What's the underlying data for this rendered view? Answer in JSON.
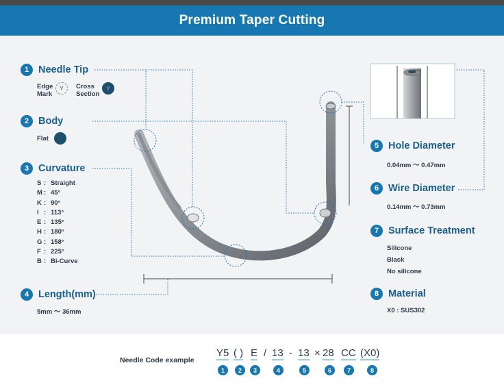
{
  "header": {
    "title": "Premium Taper Cutting"
  },
  "sections": {
    "needle_tip": {
      "num": "1",
      "title": "Needle Tip",
      "edge_mark_line1": "Edge",
      "edge_mark_line2": "Mark",
      "cross_section_line1": "Cross",
      "cross_section_line2": "Section"
    },
    "body": {
      "num": "2",
      "title": "Body",
      "flat": "Flat"
    },
    "curvature": {
      "num": "3",
      "title": "Curvature",
      "items": [
        {
          "code": "S",
          "value": "Straight"
        },
        {
          "code": "M",
          "value": "45°"
        },
        {
          "code": "K",
          "value": "90°"
        },
        {
          "code": "I",
          "value": "113°"
        },
        {
          "code": "E",
          "value": "135°"
        },
        {
          "code": "H",
          "value": "180°"
        },
        {
          "code": "G",
          "value": "158°"
        },
        {
          "code": "F",
          "value": "225°"
        },
        {
          "code": "B",
          "value": "Bi-Curve"
        }
      ]
    },
    "length": {
      "num": "4",
      "title": "Length(mm)",
      "range": "5mm ～ 36mm"
    },
    "hole_diameter": {
      "num": "5",
      "title": "Hole Diameter",
      "range": "0.04mm ～ 0.47mm"
    },
    "wire_diameter": {
      "num": "6",
      "title": "Wire Diameter",
      "range": "0.14mm ～ 0.73mm"
    },
    "surface_treatment": {
      "num": "7",
      "title": "Surface Treatment",
      "options": [
        "Silicone",
        "Black",
        "No silicone"
      ]
    },
    "material": {
      "num": "8",
      "title": "Material",
      "value": "X0 : SUS302"
    }
  },
  "needle_code": {
    "label": "Needle Code example",
    "segments": [
      "Y5",
      "( )",
      "E",
      "/",
      "13",
      "-",
      "13",
      "×",
      "28",
      "CC",
      "(X0)"
    ],
    "numbers": [
      "1",
      "2",
      "3",
      "4",
      "5",
      "6",
      "7",
      "8"
    ]
  },
  "glyphs": {
    "tip_mark": "Y"
  },
  "colors": {
    "brand_blue": "#1777b0",
    "title_blue": "#1a5f94",
    "dark_teal": "#1d4f6b"
  }
}
